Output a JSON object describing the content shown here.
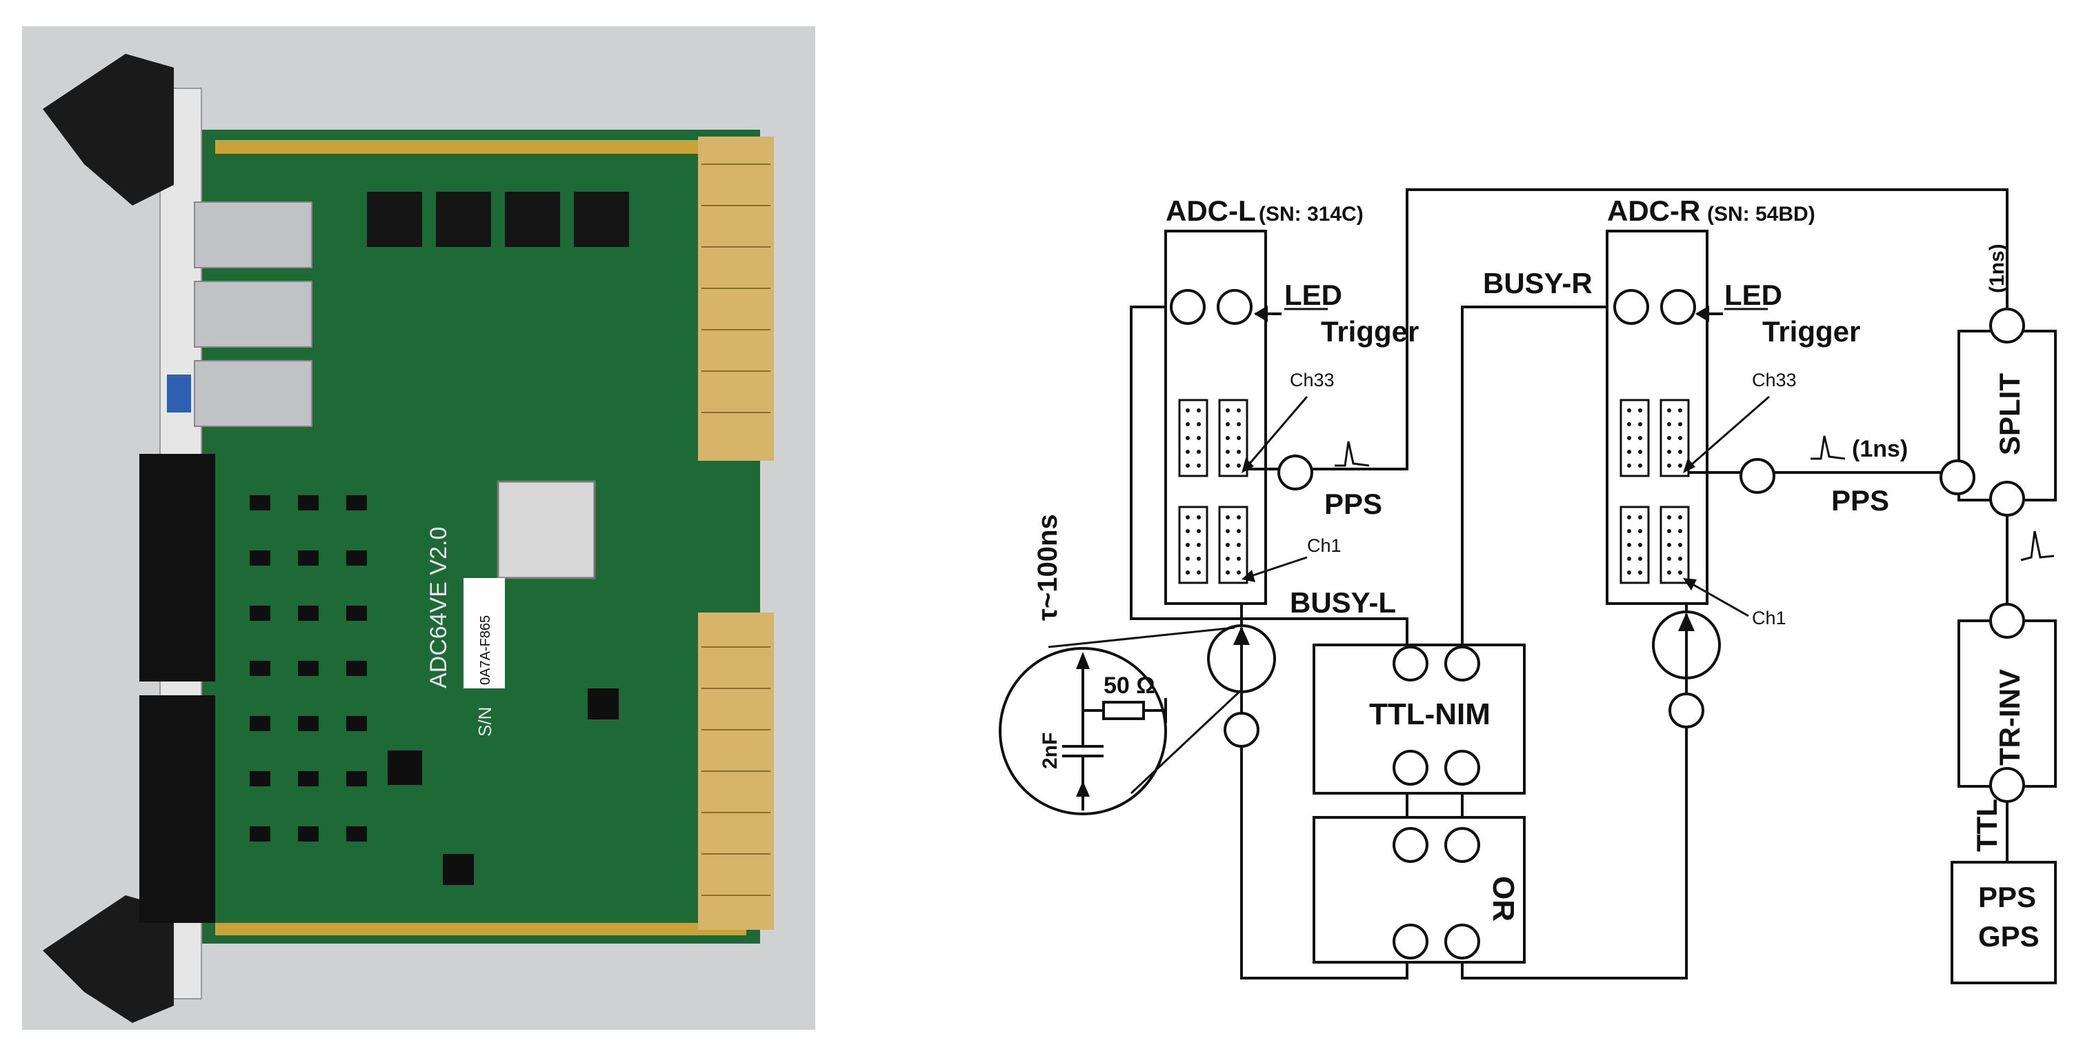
{
  "photo": {
    "board_marking": "ADC64VE V2.0",
    "sn_prefix": "S/N",
    "sn_label": "0A7A-F865"
  },
  "diagram": {
    "adc_left": {
      "name": "ADC-L",
      "sn": "(SN: 314C)"
    },
    "adc_right": {
      "name": "ADC-R",
      "sn": "(SN: 54BD)"
    },
    "led_label": "LED",
    "trigger_label": "Trigger",
    "ch33_label": "Ch33",
    "ch1_label": "Ch1",
    "pps_label": "PPS",
    "busy_r_label": "BUSY-R",
    "busy_l_label": "BUSY-L",
    "tau_label": "τ~100ns",
    "res_label": "50 Ω",
    "cap_label": "2nF",
    "ttl_nim_label": "TTL-NIM",
    "or_label": "OR",
    "split_label": "SPLIT",
    "tr_inv_label": "TR-INV",
    "ttl_label": "TTL",
    "pps_gps_line1": "PPS",
    "pps_gps_line2": "GPS",
    "one_ns_top": "(1ns)",
    "one_ns_mid": "(1ns)"
  }
}
